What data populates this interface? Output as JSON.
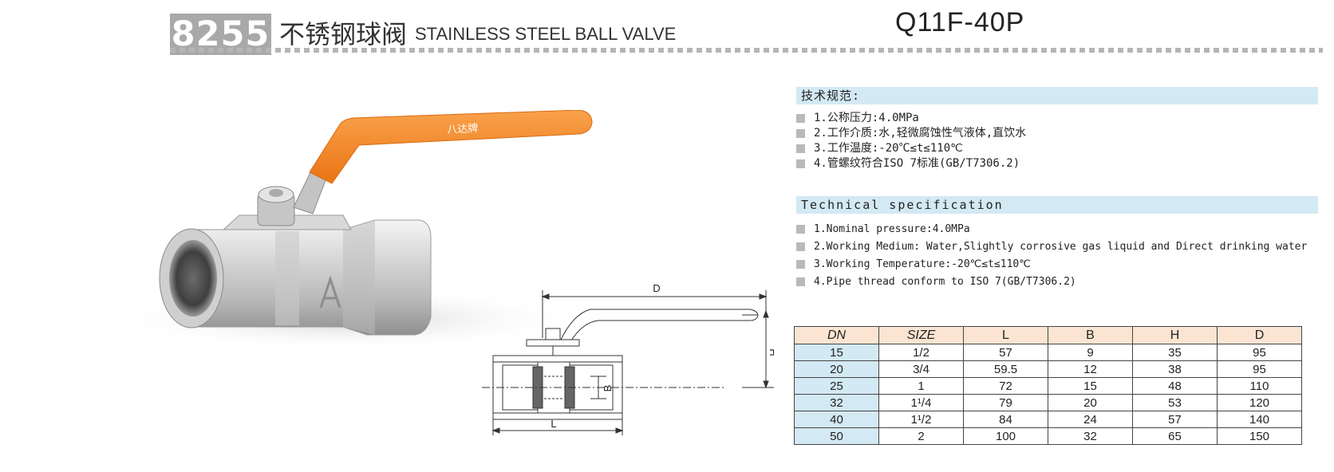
{
  "header": {
    "code": "8255",
    "title_cn": "不锈钢球阀",
    "title_en": "STAINLESS STEEL BALL VALVE",
    "model": "Q11F-40P"
  },
  "photo": {
    "handle_text": "八达牌"
  },
  "drawing": {
    "dim_labels": {
      "D": "D",
      "H": "H",
      "B": "B",
      "L": "L"
    }
  },
  "spec_cn": {
    "heading": "技术规范:",
    "items": [
      "1.公称压力:4.0MPa",
      "2.工作介质:水,轻微腐蚀性气液体,直饮水",
      "3.工作温度:-20℃≤t≤110℃",
      "4.管螺纹符合ISO 7标准(GB/T7306.2)"
    ]
  },
  "spec_en": {
    "heading": "Technical specification",
    "items": [
      "1.Nominal pressure:4.0MPa",
      "2.Working Medium: Water,Slightly corrosive gas liquid and Direct drinking water",
      "3.Working Temperature:-20℃≤t≤110℃",
      "4.Pipe thread conform to ISO 7(GB/T7306.2)"
    ]
  },
  "table": {
    "headers": [
      "DN",
      "SIZE",
      "L",
      "B",
      "H",
      "D"
    ],
    "rows": [
      [
        "15",
        "1/2",
        "57",
        "9",
        "35",
        "95"
      ],
      [
        "20",
        "3/4",
        "59.5",
        "12",
        "38",
        "95"
      ],
      [
        "25",
        "1",
        "72",
        "15",
        "48",
        "110"
      ],
      [
        "32",
        "1¹/4",
        "79",
        "20",
        "53",
        "120"
      ],
      [
        "40",
        "1¹/2",
        "84",
        "24",
        "57",
        "140"
      ],
      [
        "50",
        "2",
        "100",
        "32",
        "65",
        "150"
      ]
    ]
  },
  "colors": {
    "handle_orange": "#f2841e",
    "heading_blue": "#d3e9f4",
    "table_header_peach": "#fbe5d2",
    "badge_gray": "#a9a9a9"
  }
}
